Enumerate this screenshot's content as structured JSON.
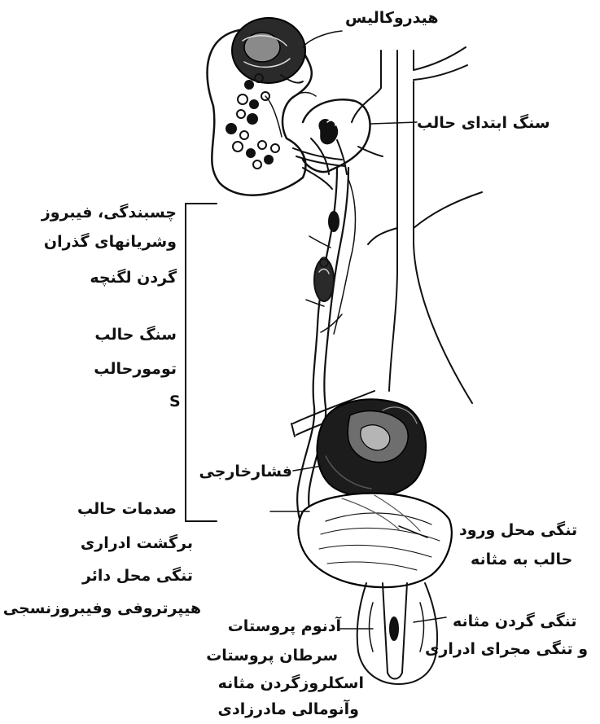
{
  "labels": {
    "hydrocalyx": "هیدروکالیس",
    "pelvic_ureter_stone": "سنگ ابتدای حالب",
    "adhesion_fibrosis": "چسبندگی، فیبروز",
    "ureter_vessels": "وشریانهای گذران",
    "pelvis_neck": "گردن لگنچه",
    "ureter_stone": "سنگ حالب",
    "ureter_tumor": "تومورحالب",
    "external_pressure": "فشارخارجی",
    "ureter_injury": "صدمات حالب",
    "urinary_reflux": "برگشت ادراری",
    "ostium_stenosis": "تنگی محل دائر",
    "hypertrophy_fibrosis": "هیپرتروفی وفیبروزنسجی",
    "ureter_entry_stenosis_1": "تنگی محل ورود",
    "ureter_entry_stenosis_2": "حالب به مثانه",
    "bladder_neck_stenosis_1": "تنگی گردن مثانه",
    "bladder_neck_stenosis_2": "و تنگی مجرای ادراری",
    "prostate_adenoma": "آدنوم پروستات",
    "prostate_cancer": "سرطان پروستات",
    "bladder_neck_sclerosis": "اسکلروزگردن مثانه",
    "congenital_anomaly": "وآنومالی مادرزادی",
    "bracket_mark": "S"
  },
  "colors": {
    "ink": "#111111",
    "background": "#ffffff"
  }
}
